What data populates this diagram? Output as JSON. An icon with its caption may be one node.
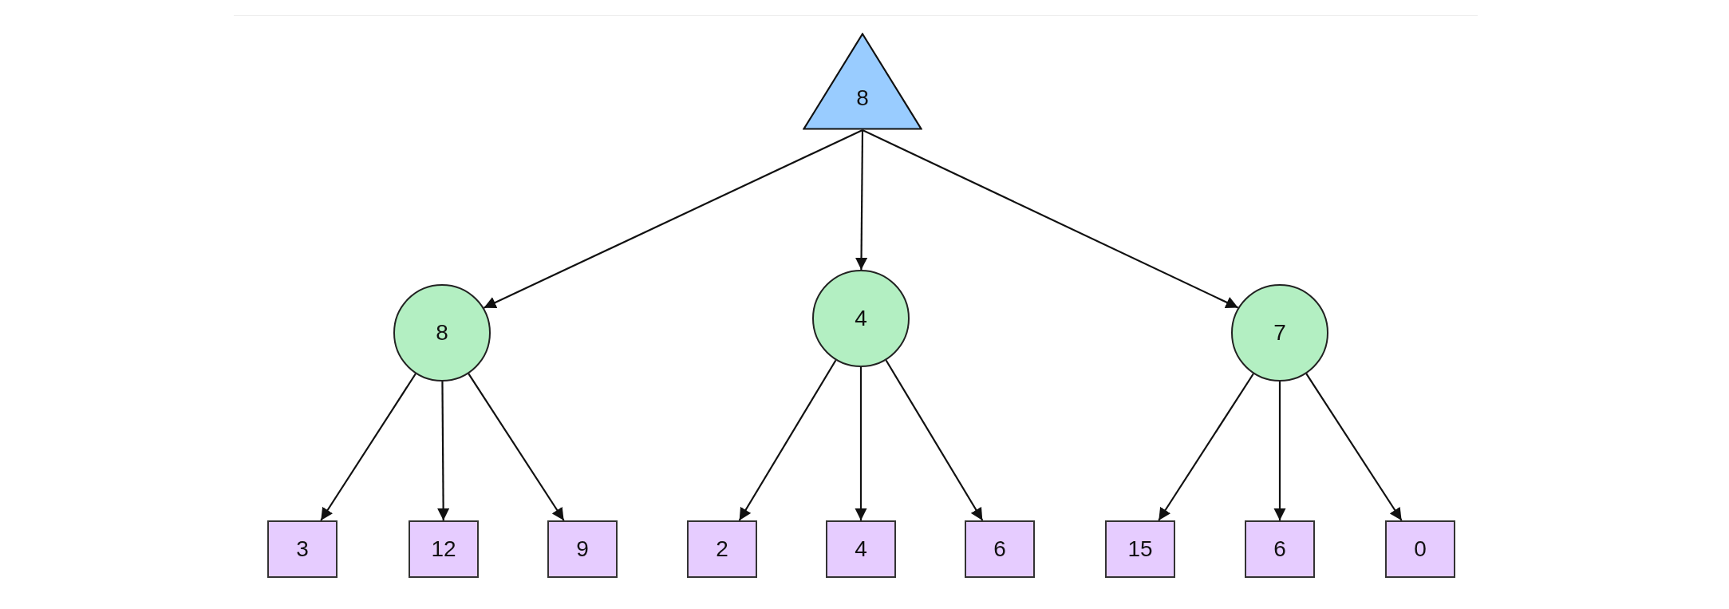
{
  "diagram": {
    "nodes": [
      {
        "text": [
          "8"
        ]
      },
      {
        "text": [
          "8"
        ]
      },
      {
        "text": [
          "4"
        ]
      },
      {
        "text": [
          "7"
        ]
      },
      {
        "text": [
          "3"
        ]
      },
      {
        "text": [
          "12"
        ]
      },
      {
        "text": [
          "9"
        ]
      },
      {
        "text": [
          "2"
        ]
      },
      {
        "text": [
          "4"
        ]
      },
      {
        "text": [
          "6"
        ]
      },
      {
        "text": [
          "15"
        ]
      },
      {
        "text": [
          "6"
        ]
      },
      {
        "text": [
          "0"
        ]
      }
    ],
    "edges": [
      {
        "from": 0,
        "to": 1,
        "arrow": "to"
      },
      {
        "from": 0,
        "to": 2,
        "arrow": "to"
      },
      {
        "from": 0,
        "to": 3,
        "arrow": "to"
      },
      {
        "from": 1,
        "to": 4,
        "arrow": "to"
      },
      {
        "from": 1,
        "to": 5,
        "arrow": "to"
      },
      {
        "from": 1,
        "to": 6,
        "arrow": "to"
      },
      {
        "from": 2,
        "to": 7,
        "arrow": "to"
      },
      {
        "from": 2,
        "to": 8,
        "arrow": "to"
      },
      {
        "from": 2,
        "to": 9,
        "arrow": "to"
      },
      {
        "from": 3,
        "to": 10,
        "arrow": "to"
      },
      {
        "from": 3,
        "to": 11,
        "arrow": "to"
      },
      {
        "from": 3,
        "to": 12,
        "arrow": "to"
      }
    ]
  }
}
